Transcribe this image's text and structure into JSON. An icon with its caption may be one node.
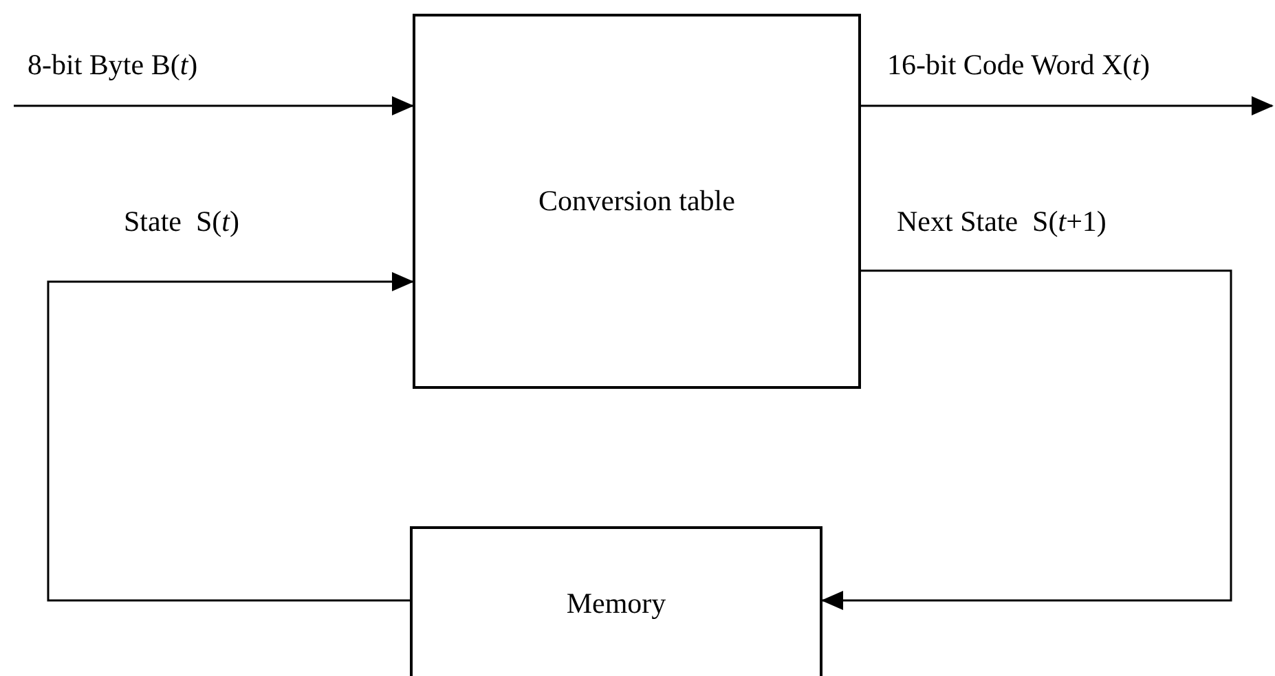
{
  "diagram": {
    "nodes": [
      {
        "text": [
          "Conversion table"
        ]
      },
      {
        "text": [
          "Memory"
        ]
      }
    ],
    "edges": [
      {
        "from": null,
        "to": 0,
        "arrow": "to",
        "label": "8-bit Byte B(*t*)"
      },
      {
        "from": 0,
        "to": null,
        "arrow": "to",
        "label": "16-bit Code Word X(*t*)"
      },
      {
        "from": 0,
        "to": 1,
        "arrow": "to",
        "label": "Next State  S(*t*+1)"
      },
      {
        "from": 1,
        "to": 0,
        "arrow": "to",
        "label": "State  S(*t*)"
      }
    ]
  }
}
